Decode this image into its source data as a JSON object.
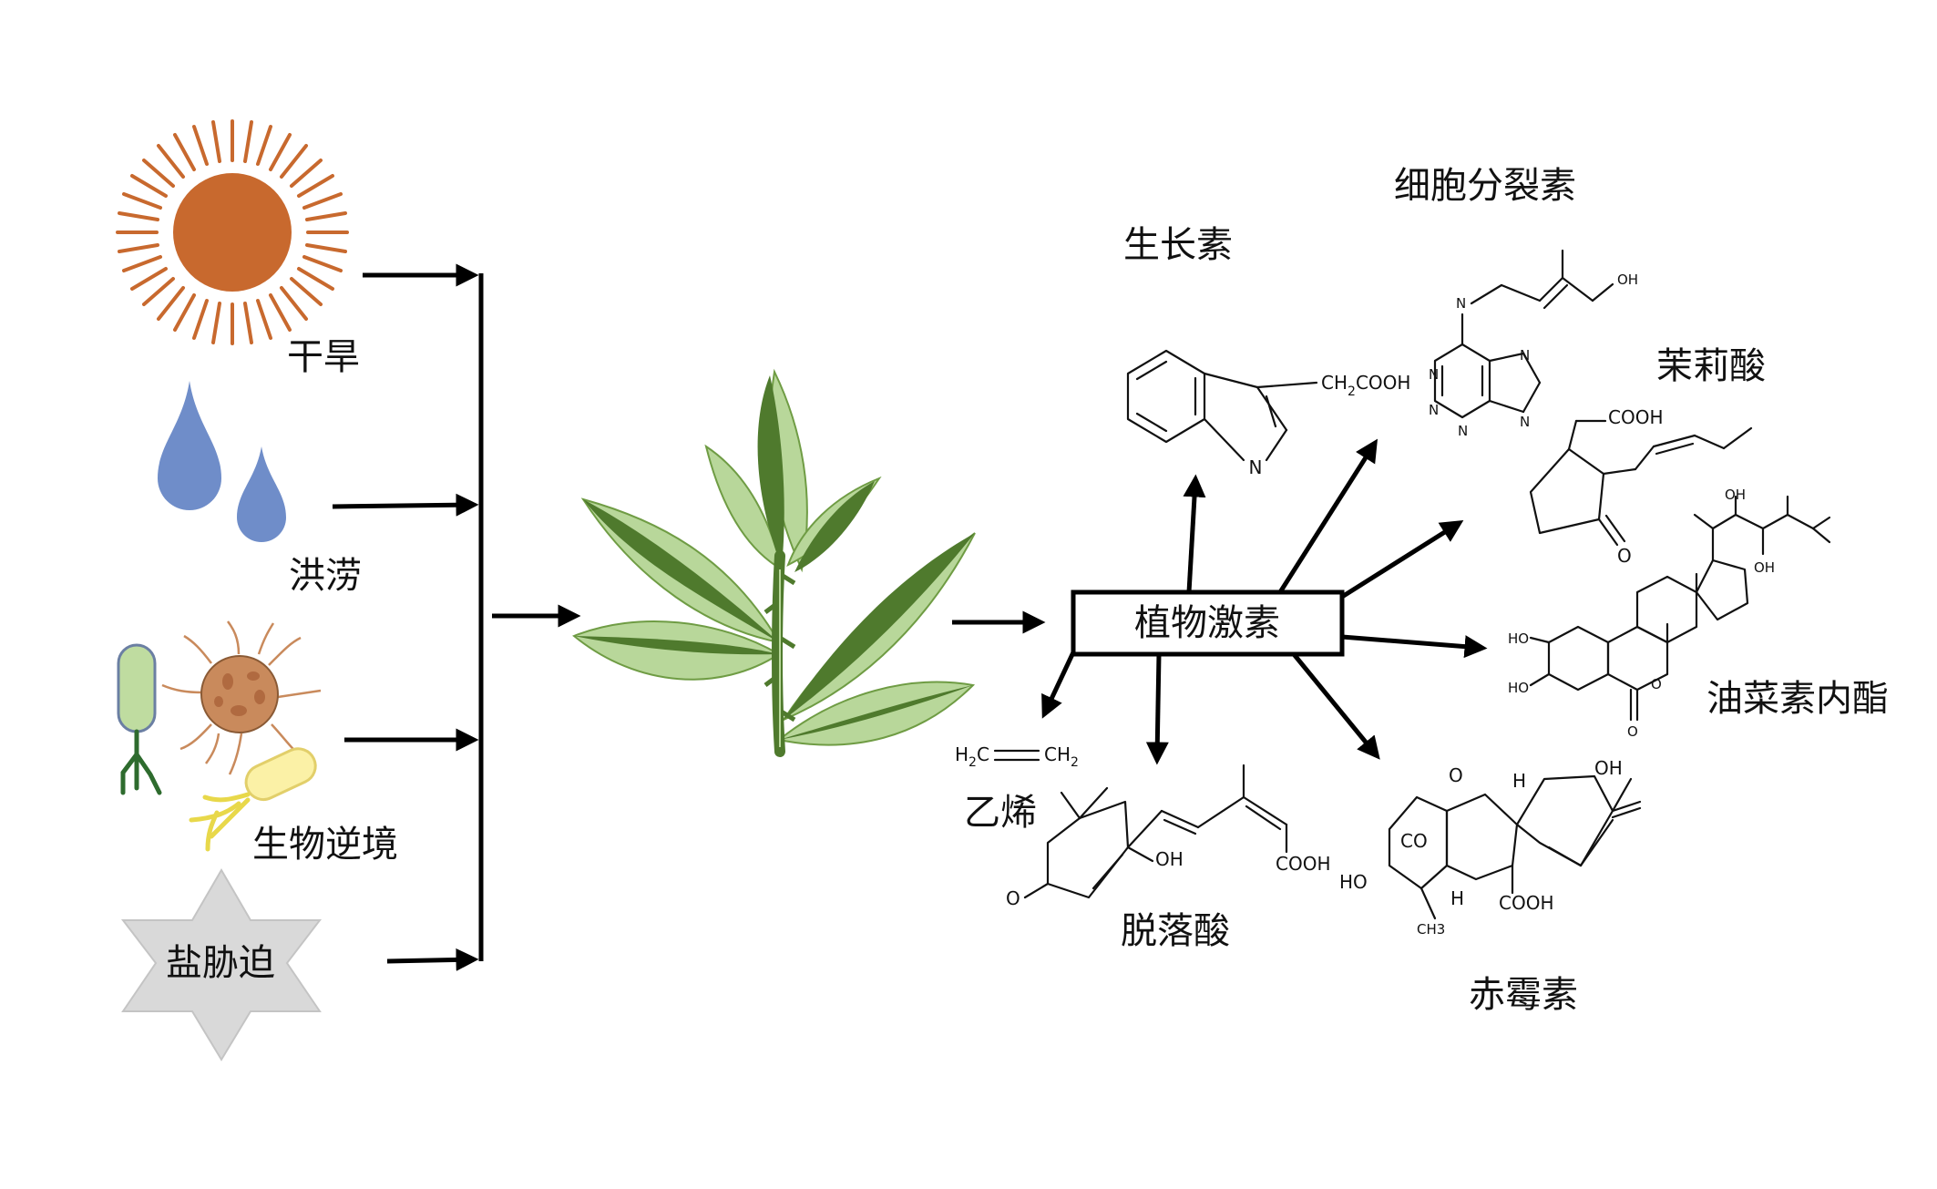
{
  "stresses": {
    "drought": "干旱",
    "flood": "洪涝",
    "biotic": "生物逆境",
    "salt": "盐胁迫"
  },
  "hub": {
    "label": "植物激素"
  },
  "hormones": {
    "auxin": "生长素",
    "cytokinin": "细胞分裂素",
    "jasmonic_acid": "茉莉酸",
    "brassinolide": "油菜素内酯",
    "gibberellin": "赤霉素",
    "abscisic_acid": "脱落酸",
    "ethylene": "乙烯"
  },
  "chem_text": {
    "ch2cooh": "CH",
    "ch2cooh_sub": "2",
    "ch2cooh_tail": "COOH",
    "n": "N",
    "oh": "OH",
    "ho": "HO",
    "cooh": "COOH",
    "o": "O",
    "h": "H",
    "co": "CO",
    "ch3": "CH3",
    "h2c": "H",
    "sub2": "2",
    "c": "C",
    "ch2": "CH"
  },
  "colors": {
    "sun": "#c8692e",
    "water": "#6f8dc9",
    "leaf_dark": "#4f7a2d",
    "leaf_light": "#b8d79a",
    "microbe_body": "#c98a5c",
    "microbe_spot": "#b06a40",
    "bacterium_green": "#bfdca0",
    "bacterium_yellow": "#fbf1a6",
    "star": "#d9d9d9"
  },
  "icons": [
    "sun-icon",
    "water-drop-icon",
    "microbe-icon",
    "star-icon",
    "plant-icon"
  ]
}
